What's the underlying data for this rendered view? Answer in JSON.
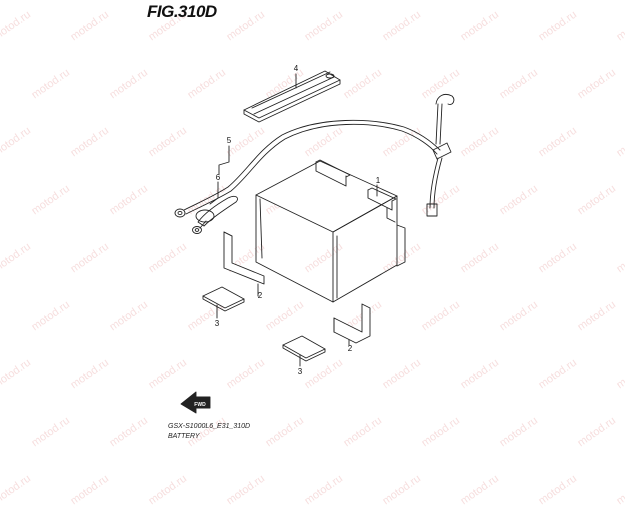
{
  "figure_title": "FIG.310D",
  "watermark_text": "motod.ru",
  "callouts": {
    "battery": "1",
    "holder_left": "2",
    "holder_right": "2",
    "pad_left": "3",
    "pad_right": "3",
    "band": "4",
    "lead_plus": "5",
    "cap": "6"
  },
  "fwd_label": "FWD",
  "footer": {
    "model_code": "GSX-S1000L6_E31_310D",
    "section_name": "BATTERY"
  },
  "colors": {
    "line": "#222222",
    "watermark": "#f0c4c4",
    "background": "#ffffff"
  }
}
